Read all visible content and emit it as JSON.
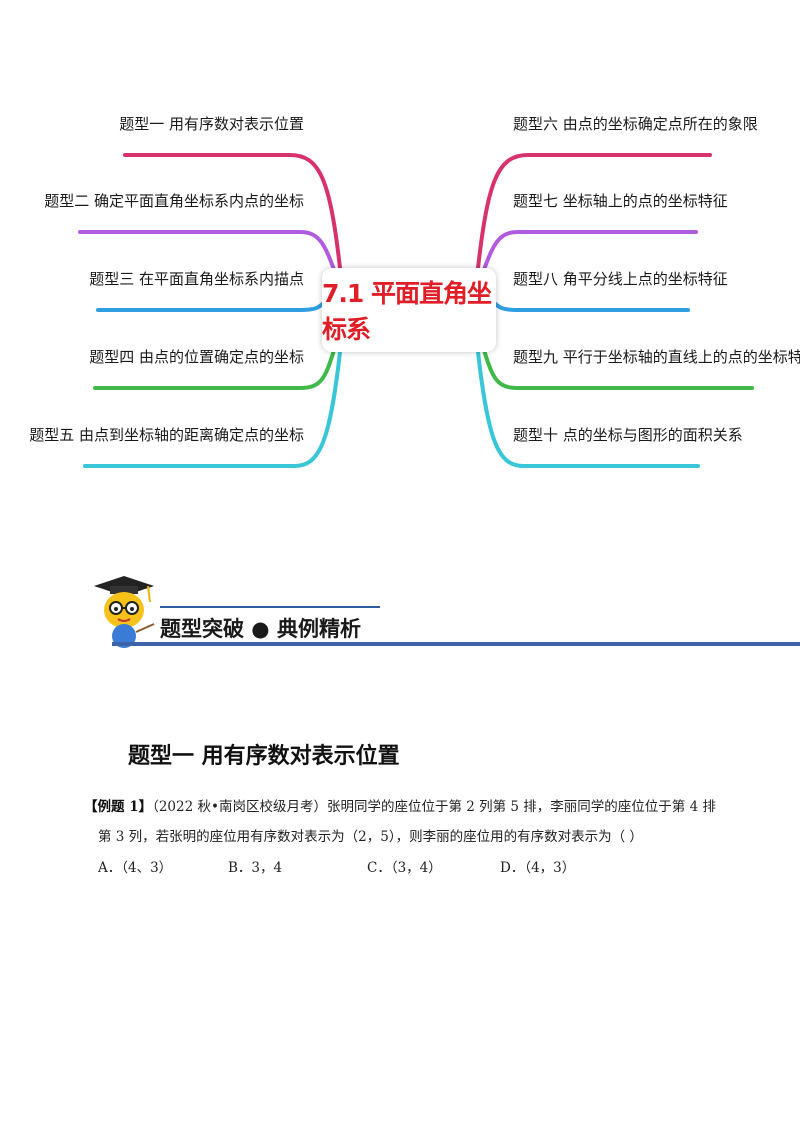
{
  "mindmap": {
    "center": "7.1 平面直角坐标系",
    "left_branches": [
      {
        "label": "题型一  用有序数对表示位置",
        "color": "#d6336c"
      },
      {
        "label": "题型二  确定平面直角坐标系内点的坐标",
        "color": "#b15be0"
      },
      {
        "label": "题型三  在平面直角坐标系内描点",
        "color": "#2f9fe0"
      },
      {
        "label": "题型四  由点的位置确定点的坐标",
        "color": "#3fb94a"
      },
      {
        "label": "题型五  由点到坐标轴的距离确定点的坐标",
        "color": "#3ac6d9"
      }
    ],
    "right_branches": [
      {
        "label": "题型六  由点的坐标确定点所在的象限",
        "color": "#d6336c"
      },
      {
        "label": "题型七  坐标轴上的点的坐标特征",
        "color": "#b15be0"
      },
      {
        "label": "题型八  角平分线上点的坐标特征",
        "color": "#2f9fe0"
      },
      {
        "label": "题型九  平行于坐标轴的直线上的点的坐标特征",
        "color": "#3fb94a"
      },
      {
        "label": "题型十  点的坐标与图形的面积关系",
        "color": "#3ac6d9"
      }
    ]
  },
  "banner": {
    "text": "题型突破 ● 典例精析"
  },
  "section": {
    "title": "题型一    用有序数对表示位置"
  },
  "example": {
    "tag": "【例题 1】",
    "line1": "（2022 秋•南岗区校级月考）张明同学的座位位于第 2 列第 5 排，李丽同学的座位位于第 4 排",
    "line2": "第 3 列，若张明的座位用有序数对表示为（2，5），则李丽的座位用的有序数对表示为（        ）",
    "options": [
      "A．（4、3）",
      "B．3，4",
      "C．（3，4）",
      "D．（4，3）"
    ]
  }
}
